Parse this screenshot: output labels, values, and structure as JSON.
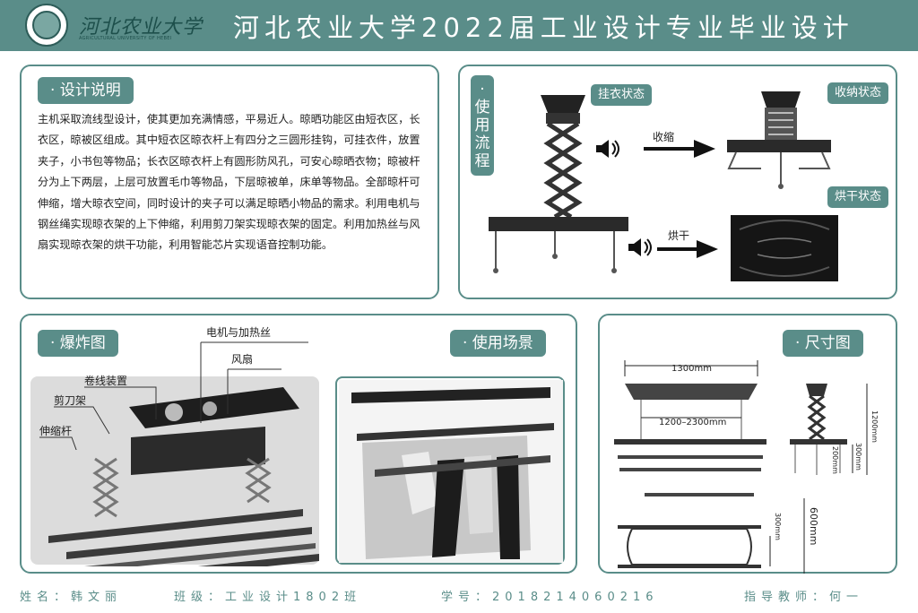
{
  "header": {
    "logo_cn": "河北农业大学",
    "logo_en": "AGRICULTURAL UNIVERSITY OF HEBEI",
    "title": "河北农业大学2022届工业设计专业毕业设计"
  },
  "design_note": {
    "tag": "· 设计说明",
    "text": "主机采取流线型设计，使其更加充满情感，平易近人。晾晒功能区由短衣区，长衣区，晾被区组成。其中短衣区晾衣杆上有四分之三圆形挂钩，可挂衣件，放置夹子，小书包等物品；长衣区晾衣杆上有圆形防风孔，可安心晾晒衣物；晾被杆分为上下两层，上层可放置毛巾等物品，下层晾被单，床单等物品。全部晾杆可伸缩，增大晾衣空间，同时设计的夹子可以满足晾晒小物品的需求。利用电机与钢丝绳实现晾衣架的上下伸缩，利用剪刀架实现晾衣架的固定。利用加热丝与风扇实现晾衣架的烘干功能，利用智能芯片实现语音控制功能。"
  },
  "process": {
    "tag": "· 使用流程",
    "state_hang": "挂衣状态",
    "state_fold": "收纳状态",
    "state_dry": "烘干状态",
    "arrow_fold": "收缩",
    "arrow_dry": "烘干"
  },
  "exploded": {
    "tag": "· 爆炸图",
    "motor": "电机与加热丝",
    "fan": "风扇",
    "winder": "卷线装置",
    "scissor": "剪刀架",
    "rod": "伸缩杆"
  },
  "scene": {
    "tag": "· 使用场景"
  },
  "size": {
    "tag": "· 尺寸图",
    "w1300": "1300mm",
    "w1200": "1200–2300mm",
    "h1200": "1200mm",
    "h300": "300mm",
    "h200": "200mm",
    "d300": "300mm",
    "d600": "600mm"
  },
  "footer": {
    "name": "姓名：韩文丽",
    "class": "班级：工业设计1802班",
    "id": "学号：2018214060216",
    "teacher": "指导教师：何一"
  }
}
